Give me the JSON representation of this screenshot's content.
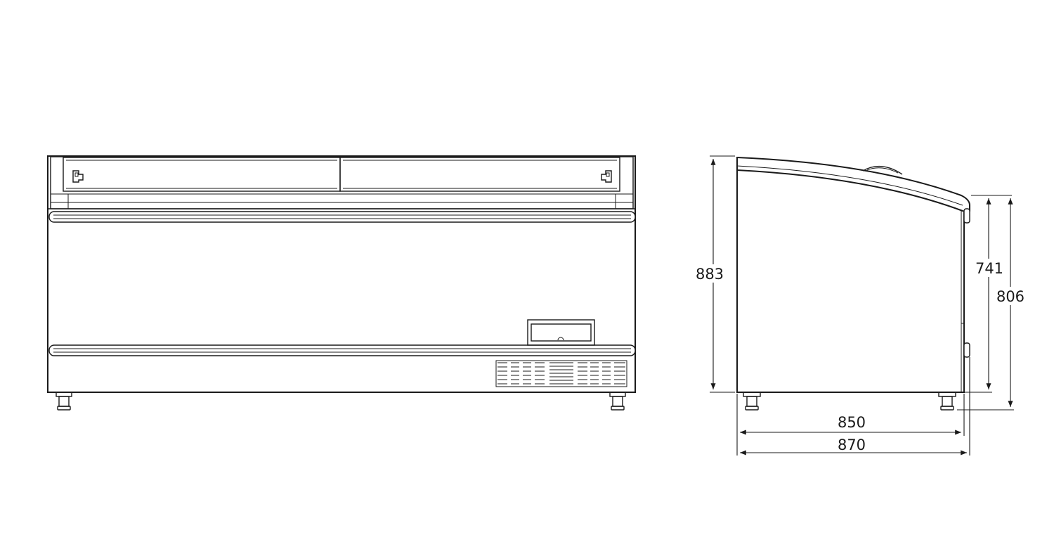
{
  "drawing": {
    "front_view": {},
    "side_view": {}
  },
  "dimensions": {
    "height_total": "883",
    "height_body_inner": "741",
    "height_body_outer": "806",
    "depth_inner": "850",
    "depth_outer": "870"
  }
}
